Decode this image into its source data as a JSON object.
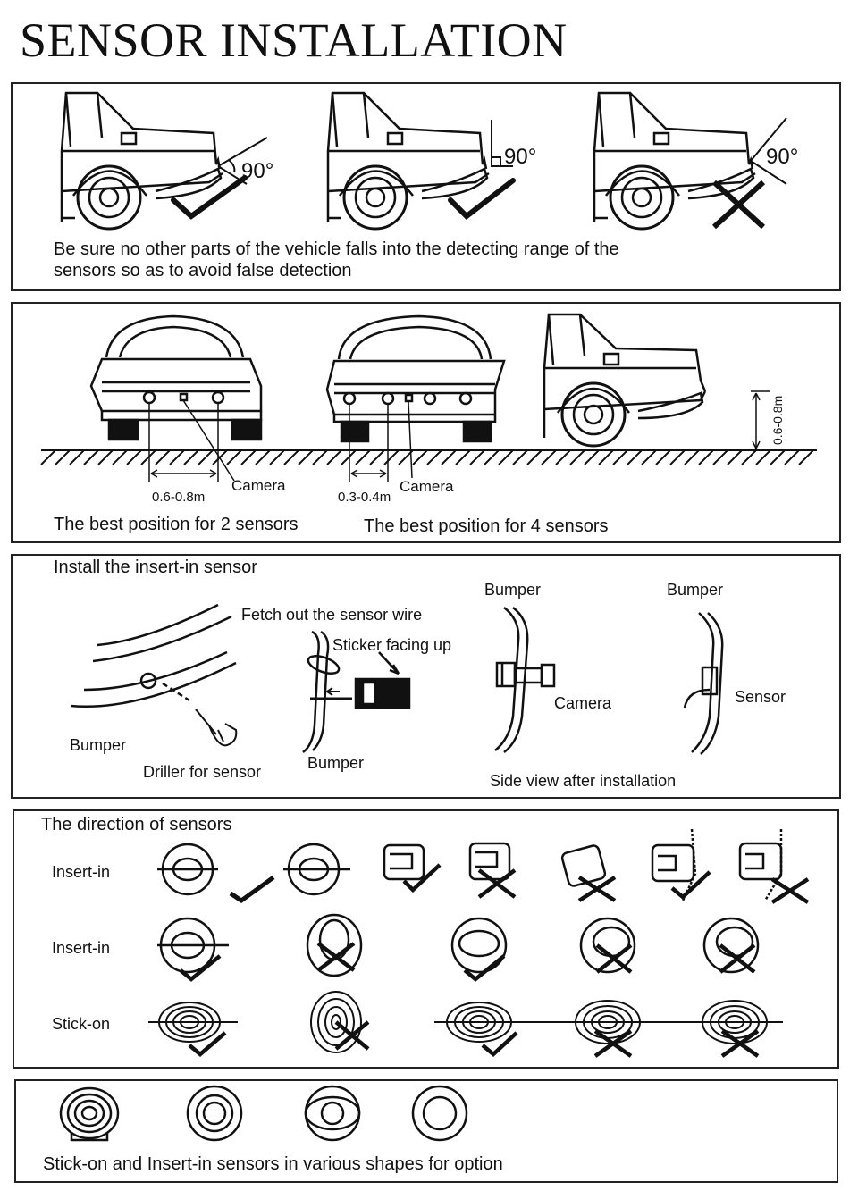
{
  "title": "SENSOR INSTALLATION",
  "panel1": {
    "angle_labels": [
      "90°",
      "90°",
      "90°"
    ],
    "marks": [
      "correct",
      "correct",
      "wrong"
    ],
    "caption_line1": "Be sure no other parts of the vehicle falls into the detecting range of the",
    "caption_line2": "sensors so as to avoid false detection"
  },
  "panel2": {
    "dist_2_sensors": "0.6-0.8m",
    "dist_4_sensors": "0.3-0.4m",
    "camera_label_1": "Camera",
    "camera_label_2": "Camera",
    "height_label": "0.6-0.8m",
    "caption_2": "The best position for 2 sensors",
    "caption_4": "The best position for 4 sensors"
  },
  "panel3": {
    "heading": "Install the insert-in sensor",
    "fetch_wire": "Fetch out the sensor wire",
    "sticker_up": "Sticker facing up",
    "bumper_1": "Bumper",
    "driller": "Driller for sensor",
    "bumper_2": "Bumper",
    "bumper_3": "Bumper",
    "bumper_4": "Bumper",
    "camera": "Camera",
    "sensor": "Sensor",
    "side_view": "Side view after installation"
  },
  "panel4": {
    "heading": "The direction of sensors",
    "row_labels": [
      "Insert-in",
      "Insert-in",
      "Stick-on"
    ]
  },
  "panel5": {
    "caption": "Stick-on and Insert-in sensors in various shapes for option"
  }
}
